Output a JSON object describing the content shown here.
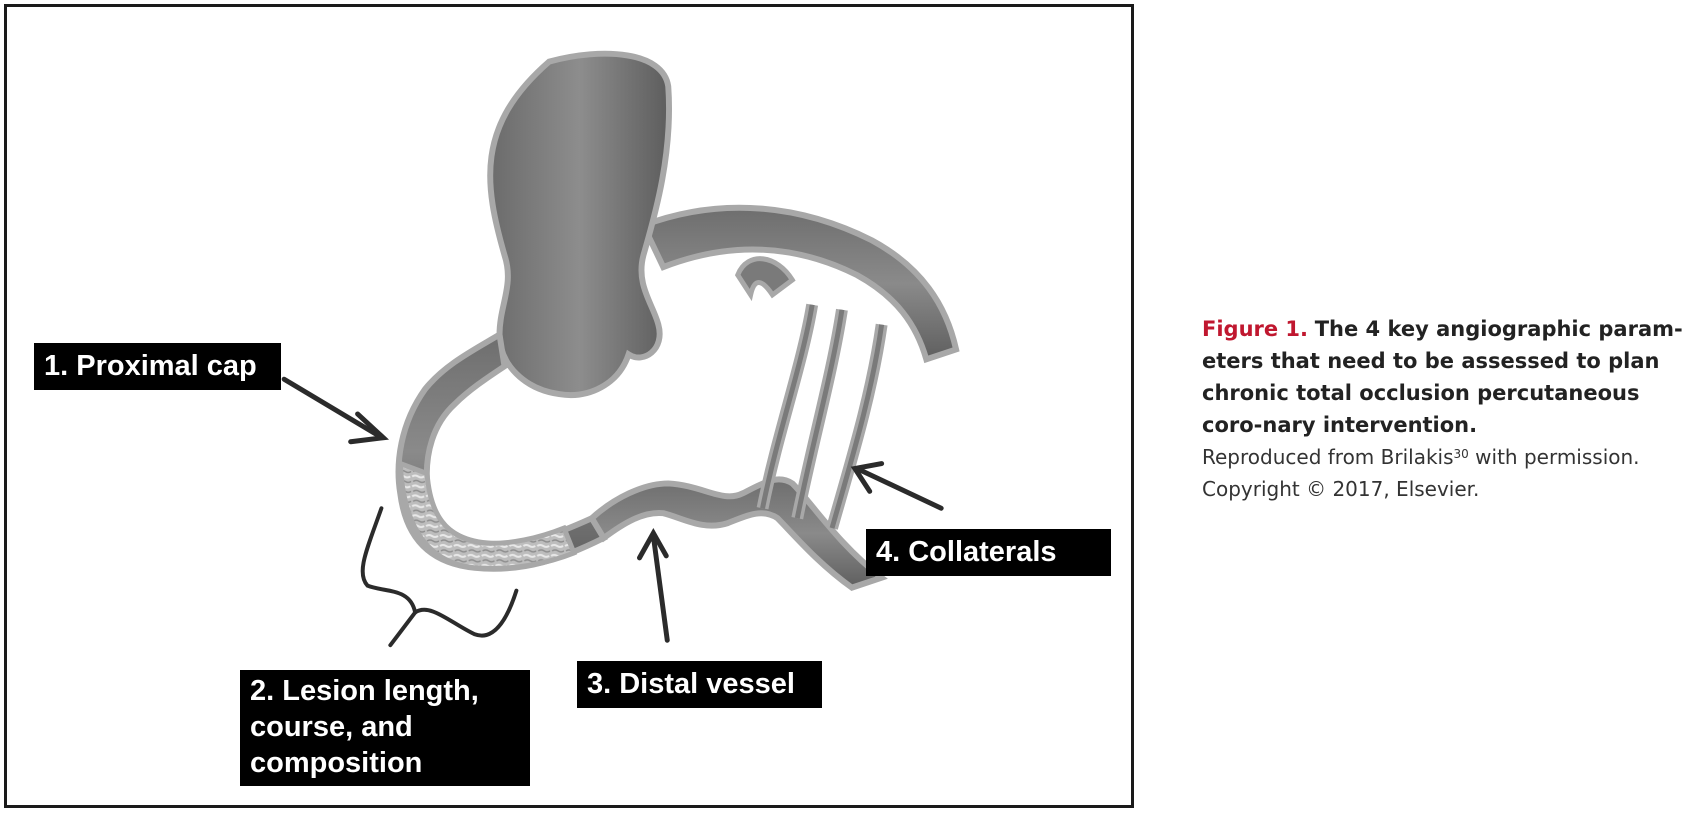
{
  "figure": {
    "callouts": {
      "proximal_cap": "1. Proximal cap",
      "lesion_line1": "2. Lesion length,",
      "lesion_line2": "course, and",
      "lesion_line3": "composition",
      "distal_vessel": "3. Distal vessel",
      "collaterals": "4. Collaterals"
    }
  },
  "caption": {
    "label": "Figure 1.",
    "title": "The 4 key angiographic param-eters that need to be assessed to plan chronic total occlusion percutaneous coro-nary intervention.",
    "source_prefix": "Reproduced from Brilakis",
    "source_ref": "30",
    "source_suffix": " with permission.",
    "copyright": "Copyright © 2017, Elsevier."
  },
  "colors": {
    "caption_label": "#c0172f",
    "vessel_dark": "#5a5a5a",
    "vessel_wall": "#9a9a9a",
    "callout_bg": "#000000"
  }
}
